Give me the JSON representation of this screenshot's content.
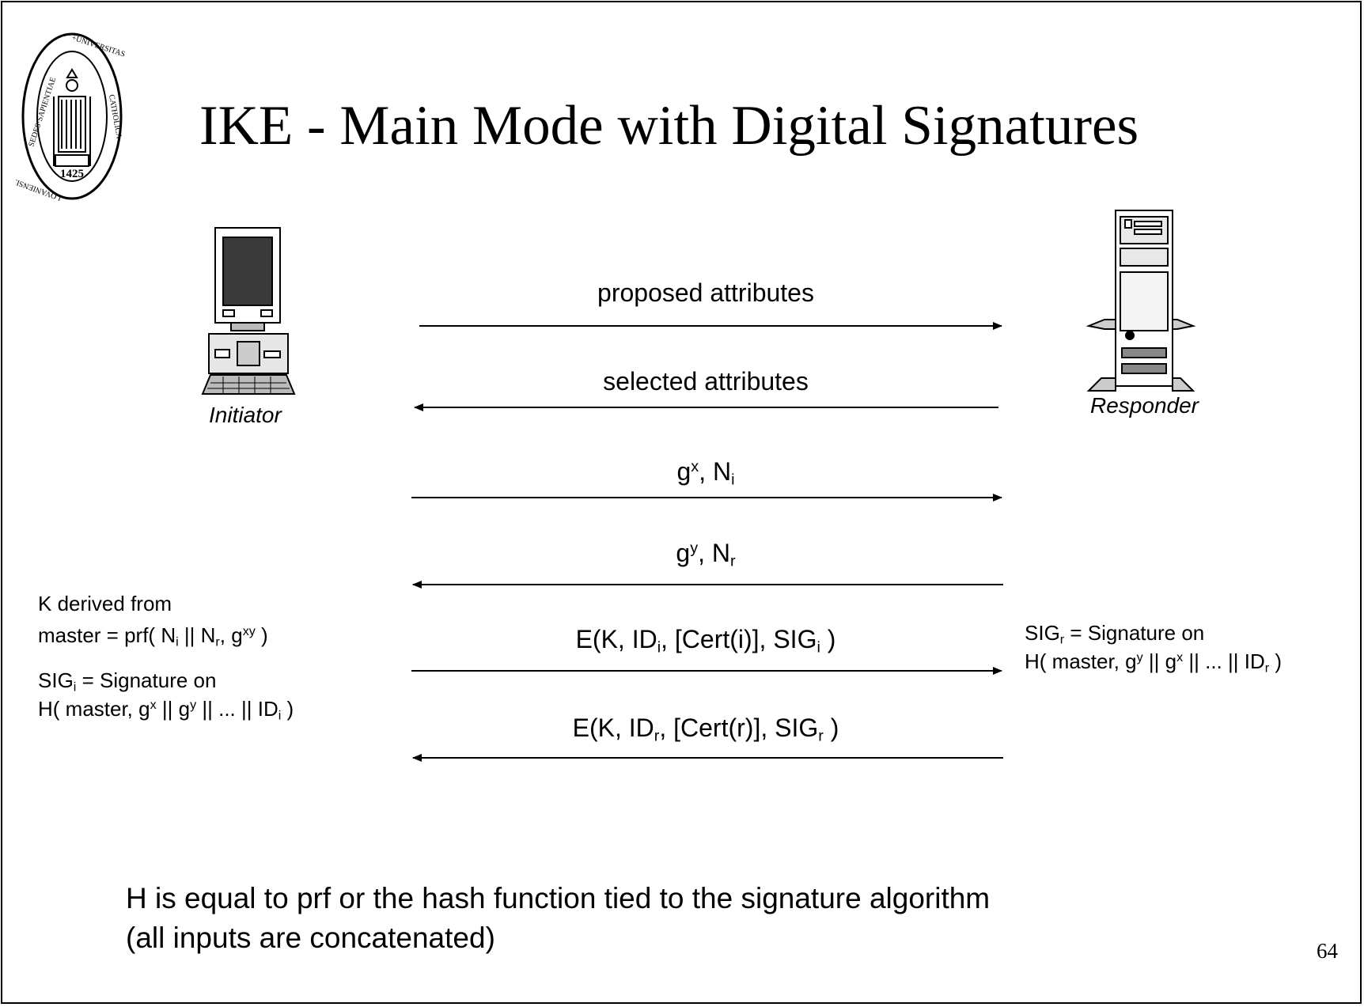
{
  "title": "IKE - Main Mode with Digital Signatures",
  "logo": {
    "text_top": "SEDES·SAPIENTIAE·UNIVERSITAS·CATHOLICA·LOVANIENSIS",
    "year": "1425"
  },
  "parties": {
    "initiator": "Initiator",
    "responder": "Responder"
  },
  "icons": {
    "initiator": "desktop-computer-icon",
    "responder": "tower-server-icon"
  },
  "messages": {
    "m1": {
      "text": "proposed attributes",
      "direction": "right"
    },
    "m2": {
      "text": "selected attributes",
      "direction": "left"
    },
    "m3": {
      "g": "g",
      "exp": "x",
      "sep": ", N",
      "sub": "i",
      "direction": "right"
    },
    "m4": {
      "g": "g",
      "exp": "y",
      "sep": ", N",
      "sub": "r",
      "direction": "left"
    },
    "m5": {
      "a": "E(K, ID",
      "b": "i",
      "c": ", [Cert(i)], SIG",
      "d": "i",
      "e": " )",
      "direction": "right"
    },
    "m6": {
      "a": "E(K, ID",
      "b": "r",
      "c": ", [Cert(r)], SIG",
      "d": "r",
      "e": " )",
      "direction": "left"
    }
  },
  "left_notes": {
    "line1": "K derived from",
    "line2": {
      "a": "master = prf( N",
      "b": "i",
      "c": " || N",
      "d": "r",
      "e": ", g",
      "f": "xy",
      "g": " )"
    },
    "line3": {
      "a": "SIG",
      "b": "i",
      "c": " = Signature on"
    },
    "line4": {
      "a": "H( master, g",
      "b": "x",
      "c": " || g",
      "d": "y",
      "e": " || ... || ID",
      "f": "i",
      "g": " )"
    }
  },
  "right_notes": {
    "line1": {
      "a": "SIG",
      "b": "r",
      "c": " = Signature on"
    },
    "line2": {
      "a": "H( master, g",
      "b": "y",
      "c": " || g",
      "d": "x",
      "e": " || ... || ID",
      "f": "r",
      "g": " )"
    }
  },
  "footer": {
    "line1": "H is equal to prf or the hash function tied to the signature algorithm",
    "line2": "(all inputs are concatenated)"
  },
  "page_number": "64"
}
